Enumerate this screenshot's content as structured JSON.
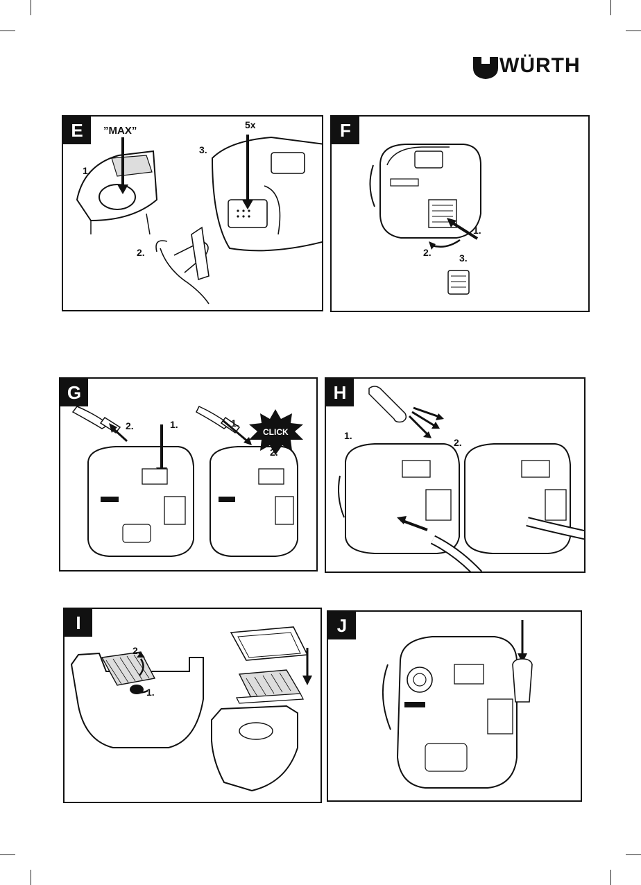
{
  "brand": {
    "name": "WÜRTH"
  },
  "panels": {
    "E": {
      "tag": "E",
      "max_label": "”MAX”",
      "count_label": "5x",
      "step1": "1.",
      "step2": "2.",
      "step3": "3."
    },
    "F": {
      "tag": "F",
      "step1": "1.",
      "step2": "2.",
      "step3": "3."
    },
    "G": {
      "tag": "G",
      "step2_left": "2.",
      "step1_center": "1.",
      "step1_right": "1.",
      "step2_right": "2.",
      "click_label": "CLICK"
    },
    "H": {
      "tag": "H",
      "step1": "1.",
      "step2": "2."
    },
    "I": {
      "tag": "I",
      "step1": "1.",
      "step2": "2."
    },
    "J": {
      "tag": "J"
    }
  }
}
